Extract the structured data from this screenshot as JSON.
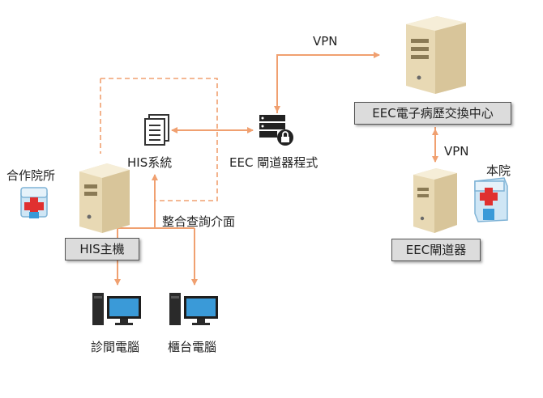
{
  "labels": {
    "vpn_top": "VPN",
    "vpn_right": "VPN",
    "his_system": "HIS系統",
    "eec_gateway_program": "EEC 閘道器程式",
    "partner_hospital": "合作院所",
    "main_hospital": "本院",
    "integrated_query": "整合查詢介面",
    "clinic_pc": "診間電腦",
    "counter_pc": "櫃台電腦"
  },
  "boxes": {
    "his_host": "HIS主機",
    "eec_center": "EEC電子病歷交換中心",
    "eec_gateway": "EEC閘道器"
  },
  "colors": {
    "arrow": "#f0a070",
    "dashed": "#f0a070",
    "box_bg": "#dcdcdc",
    "server": "#efe3c4",
    "hospital_cross": "#e03030",
    "monitor_screen": "#3a9ad8"
  }
}
